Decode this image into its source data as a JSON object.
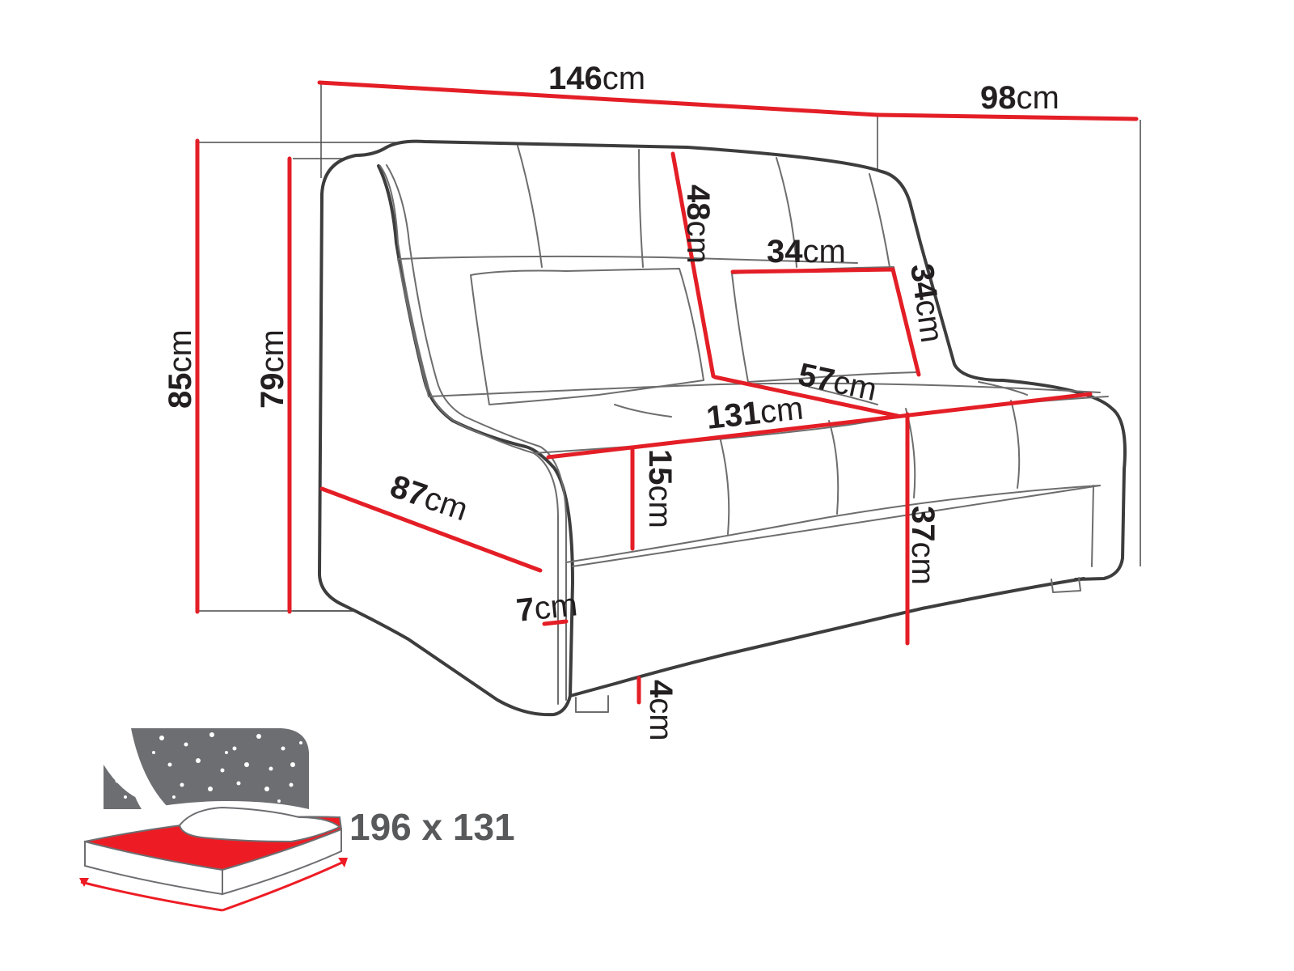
{
  "colors": {
    "dimension_line": "#e41e26",
    "outline": "#3d3d3d",
    "bed_icon_gray": "#6d6e71",
    "bed_icon_red": "#ed1c24",
    "text": "#231f20"
  },
  "dimensions": {
    "overall_width": {
      "value": "146",
      "unit": "cm"
    },
    "depth": {
      "value": "98",
      "unit": "cm"
    },
    "total_height": {
      "value": "85",
      "unit": "cm"
    },
    "back_height": {
      "value": "79",
      "unit": "cm"
    },
    "backrest_height": {
      "value": "48",
      "unit": "cm"
    },
    "pillow_width": {
      "value": "34",
      "unit": "cm"
    },
    "pillow_height": {
      "value": "34",
      "unit": "cm"
    },
    "seat_depth": {
      "value": "57",
      "unit": "cm"
    },
    "seat_width": {
      "value": "131",
      "unit": "cm"
    },
    "seat_cushion_thickness": {
      "value": "15",
      "unit": "cm"
    },
    "side_depth": {
      "value": "87",
      "unit": "cm"
    },
    "seat_height": {
      "value": "37",
      "unit": "cm"
    },
    "armrest_width": {
      "value": "7",
      "unit": "cm"
    },
    "leg_height": {
      "value": "4",
      "unit": "cm"
    }
  },
  "sleeping_area": {
    "label": "196 x 131",
    "icon": "bed-night-icon"
  }
}
